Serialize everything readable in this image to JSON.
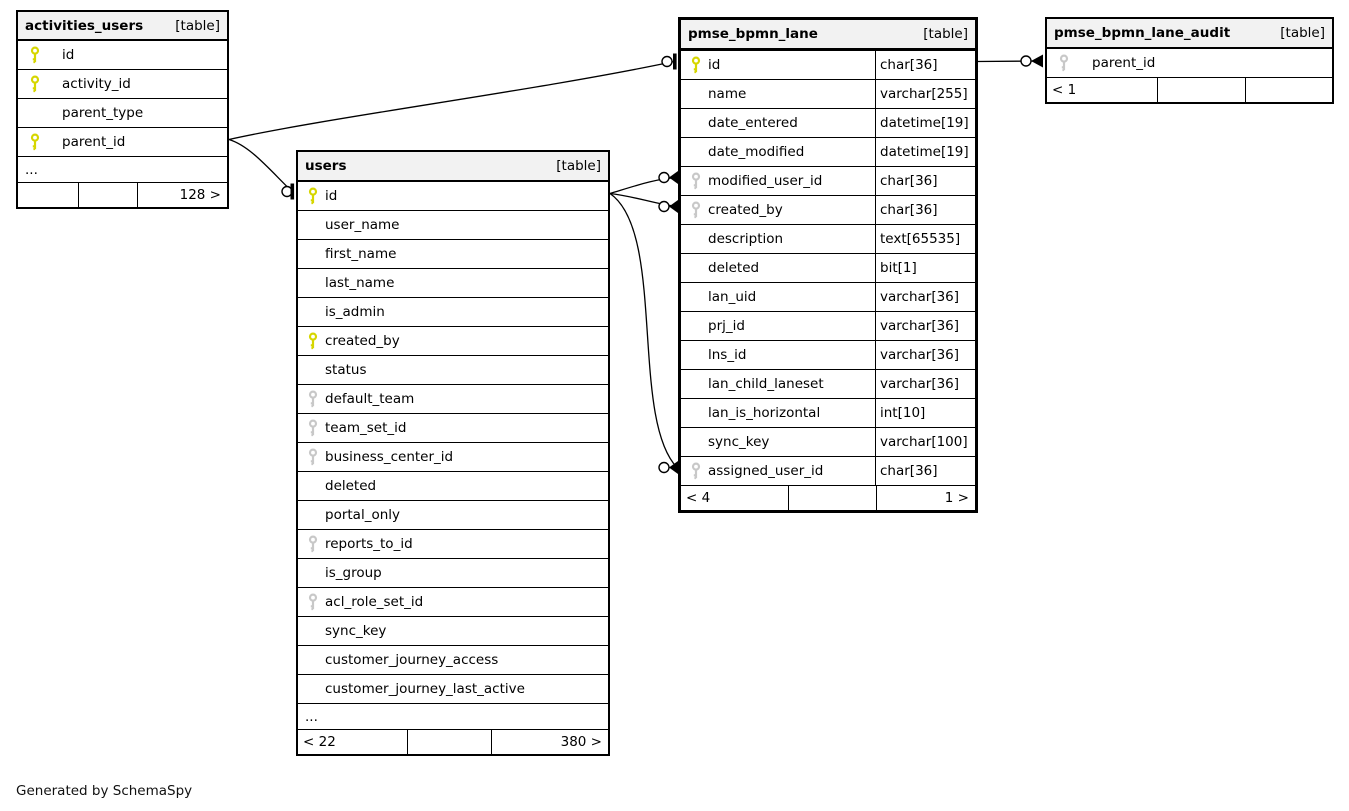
{
  "diagram": {
    "credit": "Generated by SchemaSpy",
    "colors": {
      "primary_key_icon": "#d6d600",
      "foreign_key_icon": "#c8c8c8",
      "header_bg": "#f2f2f2",
      "border": "#000000"
    }
  },
  "tables": [
    {
      "name": "activities_users",
      "badge": "[table]",
      "columns": [
        {
          "name": "id",
          "type": "",
          "key": "pk"
        },
        {
          "name": "activity_id",
          "type": "",
          "key": "pk"
        },
        {
          "name": "parent_type",
          "type": "",
          "key": ""
        },
        {
          "name": "parent_id",
          "type": "",
          "key": "pk"
        }
      ],
      "ellipsis": "...",
      "footer": {
        "left": "",
        "center": "",
        "right": "128 >"
      }
    },
    {
      "name": "users",
      "badge": "[table]",
      "columns": [
        {
          "name": "id",
          "type": "",
          "key": "pk"
        },
        {
          "name": "user_name",
          "type": "",
          "key": ""
        },
        {
          "name": "first_name",
          "type": "",
          "key": ""
        },
        {
          "name": "last_name",
          "type": "",
          "key": ""
        },
        {
          "name": "is_admin",
          "type": "",
          "key": ""
        },
        {
          "name": "created_by",
          "type": "",
          "key": "pk"
        },
        {
          "name": "status",
          "type": "",
          "key": ""
        },
        {
          "name": "default_team",
          "type": "",
          "key": "fk"
        },
        {
          "name": "team_set_id",
          "type": "",
          "key": "fk"
        },
        {
          "name": "business_center_id",
          "type": "",
          "key": "fk"
        },
        {
          "name": "deleted",
          "type": "",
          "key": ""
        },
        {
          "name": "portal_only",
          "type": "",
          "key": ""
        },
        {
          "name": "reports_to_id",
          "type": "",
          "key": "fk"
        },
        {
          "name": "is_group",
          "type": "",
          "key": ""
        },
        {
          "name": "acl_role_set_id",
          "type": "",
          "key": "fk"
        },
        {
          "name": "sync_key",
          "type": "",
          "key": ""
        },
        {
          "name": "customer_journey_access",
          "type": "",
          "key": ""
        },
        {
          "name": "customer_journey_last_active",
          "type": "",
          "key": ""
        }
      ],
      "ellipsis": "...",
      "footer": {
        "left": "< 22",
        "center": "",
        "right": "380 >"
      }
    },
    {
      "name": "pmse_bpmn_lane",
      "badge": "[table]",
      "columns": [
        {
          "name": "id",
          "type": "char[36]",
          "key": "pk"
        },
        {
          "name": "name",
          "type": "varchar[255]",
          "key": ""
        },
        {
          "name": "date_entered",
          "type": "datetime[19]",
          "key": ""
        },
        {
          "name": "date_modified",
          "type": "datetime[19]",
          "key": ""
        },
        {
          "name": "modified_user_id",
          "type": "char[36]",
          "key": "fk"
        },
        {
          "name": "created_by",
          "type": "char[36]",
          "key": "fk"
        },
        {
          "name": "description",
          "type": "text[65535]",
          "key": ""
        },
        {
          "name": "deleted",
          "type": "bit[1]",
          "key": ""
        },
        {
          "name": "lan_uid",
          "type": "varchar[36]",
          "key": ""
        },
        {
          "name": "prj_id",
          "type": "varchar[36]",
          "key": ""
        },
        {
          "name": "lns_id",
          "type": "varchar[36]",
          "key": ""
        },
        {
          "name": "lan_child_laneset",
          "type": "varchar[36]",
          "key": ""
        },
        {
          "name": "lan_is_horizontal",
          "type": "int[10]",
          "key": ""
        },
        {
          "name": "sync_key",
          "type": "varchar[100]",
          "key": ""
        },
        {
          "name": "assigned_user_id",
          "type": "char[36]",
          "key": "fk"
        }
      ],
      "footer": {
        "left": "< 4",
        "center": "",
        "right": "1 >"
      }
    },
    {
      "name": "pmse_bpmn_lane_audit",
      "badge": "[table]",
      "columns": [
        {
          "name": "parent_id",
          "type": "",
          "key": "fk"
        }
      ],
      "footer": {
        "left": "< 1",
        "center": "",
        "right": ""
      }
    }
  ],
  "relationships": [
    {
      "from": "activities_users.parent_id",
      "to": "pmse_bpmn_lane.id",
      "to_marker": "zero-or-one"
    },
    {
      "from": "activities_users.parent_id",
      "to": "users.id",
      "to_marker": "zero-or-one"
    },
    {
      "from": "pmse_bpmn_lane.modified_user_id",
      "to": "users.id",
      "from_marker": "zero-or-many"
    },
    {
      "from": "pmse_bpmn_lane.created_by",
      "to": "users.id",
      "from_marker": "zero-or-many"
    },
    {
      "from": "pmse_bpmn_lane.assigned_user_id",
      "to": "users.id",
      "from_marker": "zero-or-many"
    },
    {
      "from": "pmse_bpmn_lane_audit.parent_id",
      "to": "pmse_bpmn_lane.id",
      "from_marker": "zero-or-many"
    }
  ]
}
